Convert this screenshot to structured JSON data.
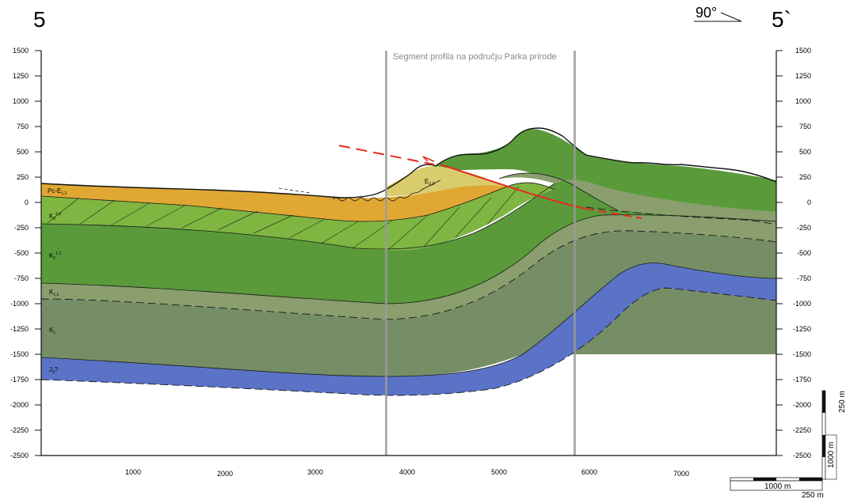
{
  "header": {
    "start_label": "5",
    "end_label": "5`",
    "azimuth": "90°"
  },
  "segment_label": "Segment profila na području Parka prirode",
  "y_axis": {
    "ticks": [
      "1500",
      "1250",
      "1000",
      "750",
      "500",
      "250",
      "0",
      "-250",
      "-500",
      "-750",
      "-1000",
      "-1250",
      "-1500",
      "-1750",
      "-2000",
      "-2250",
      "-2500"
    ]
  },
  "x_axis": {
    "ticks": [
      "1000",
      "2000",
      "3000",
      "4000",
      "5000",
      "6000",
      "7000"
    ]
  },
  "units": [
    {
      "symbol": "Pc-E",
      "subscript": "1,2",
      "superscript": ""
    },
    {
      "symbol": "E",
      "subscript": "2,3",
      "superscript": ""
    },
    {
      "symbol": "K",
      "subscript": "2",
      "superscript": "2,3"
    },
    {
      "symbol": "K",
      "subscript": "2",
      "superscript": "1-2"
    },
    {
      "symbol": "K",
      "subscript": "1,2",
      "superscript": ""
    },
    {
      "symbol": "K",
      "subscript": "1",
      "superscript": ""
    },
    {
      "symbol": "J",
      "subscript": "3",
      "superscript": "?"
    }
  ],
  "scale": {
    "horizontal": "1000 m",
    "horizontal_small": "250 m",
    "vertical": "1000 m",
    "vertical_small": "250 m"
  },
  "colors": {
    "orange": "#E0A832",
    "light_yellow": "#D9CC6C",
    "light_green": "#7FB642",
    "green": "#5A9A3A",
    "grey_green": "#8A9E6E",
    "dark_grey_green": "#788F68",
    "blue": "#5B73C6",
    "red": "#E32B1E",
    "segment_line": "#9A9A9A"
  }
}
